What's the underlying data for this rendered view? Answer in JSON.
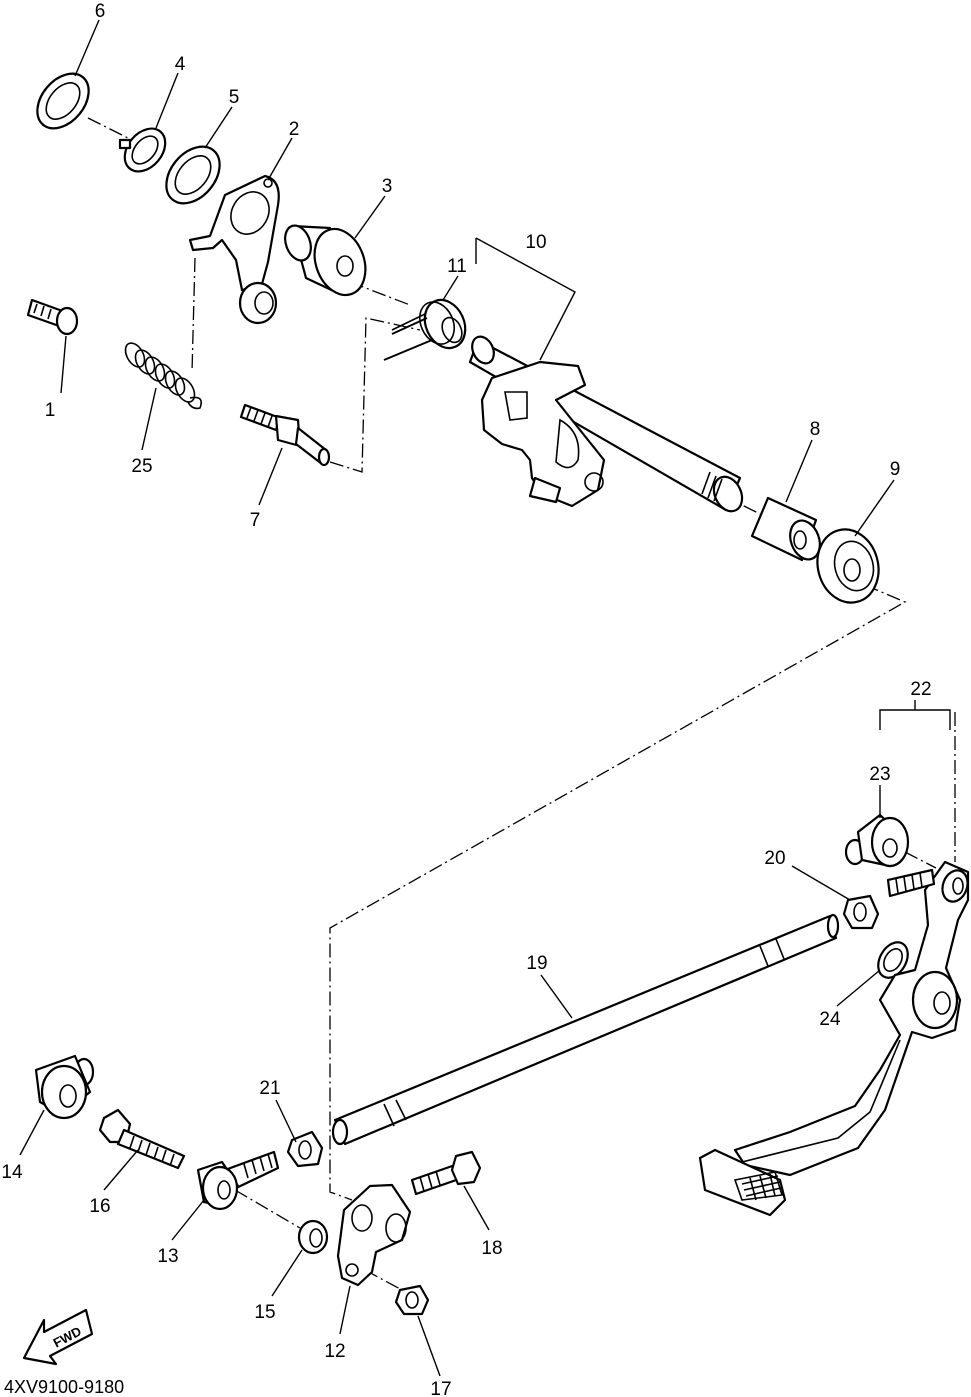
{
  "callouts": [
    "1",
    "2",
    "3",
    "4",
    "5",
    "6",
    "7",
    "8",
    "9",
    "10",
    "11",
    "12",
    "13",
    "14",
    "15",
    "16",
    "17",
    "18",
    "19",
    "20",
    "21",
    "22",
    "23",
    "24",
    "25"
  ],
  "catalog_code": "4XV9100-9180",
  "fwd_label": "FWD",
  "colors": {
    "line": "#000000",
    "background": "#ffffff"
  }
}
